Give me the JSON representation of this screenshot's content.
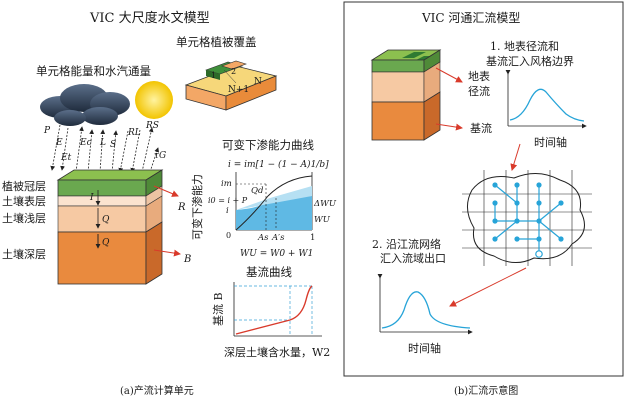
{
  "panel_a": {
    "title": "VIC 大尺度水文模型",
    "veg_cover_title": "单元格植被覆盖",
    "energy_water_title": "单元格能量和水汽通量",
    "infiltration_title": "可变下渗能力曲线",
    "baseflow_title": "基流曲线",
    "layers": [
      "植被冠层",
      "土壤表层",
      "土壤浅层",
      "土壤深层"
    ],
    "flux_labels": [
      "P",
      "E",
      "Ec",
      "Et",
      "L",
      "S",
      "RL",
      "RS",
      "τG",
      "R",
      "B",
      "I",
      "Q",
      "Q"
    ],
    "veg_tile_labels": [
      "1",
      "2",
      "N",
      "N+1"
    ],
    "infiltration": {
      "equation_top": "i = im[1 − (1 − A)1/b]",
      "equation_mid": "i0 = i + P",
      "y_axis": "可变下渗能力",
      "im": "im",
      "qd": "Qd",
      "i": "i",
      "delta_wu": "ΔWU",
      "wu": "WU",
      "as": "As",
      "as_prime": "A′s",
      "x_max": "1",
      "x_min": "0",
      "equation_bottom": "WU = W0 + W1"
    },
    "baseflow": {
      "y_axis": "基流 B",
      "x_axis": "深层土壤含水量，W2"
    },
    "caption": "(a)产流计算单元"
  },
  "panel_b": {
    "title": "VIC 河通汇流模型",
    "step1": "1. 地表径流和",
    "step1b": "基流汇入风格边界",
    "surface_runoff_label": "地表",
    "surface_runoff_label2": "径流",
    "baseflow_label": "基流",
    "time_axis_1": "时间轴",
    "step2": "2. 沿江流网络",
    "step2b": "汇入流域出口",
    "time_axis_2": "时间轴",
    "caption": "(b)汇流示意图"
  },
  "colors": {
    "veg_green": "#6aa84f",
    "soil_light": "#f6c9a3",
    "soil_mid": "#f0a46a",
    "soil_deep": "#e67e2e",
    "cyan": "#27a4d8",
    "red": "#d93a2b"
  }
}
